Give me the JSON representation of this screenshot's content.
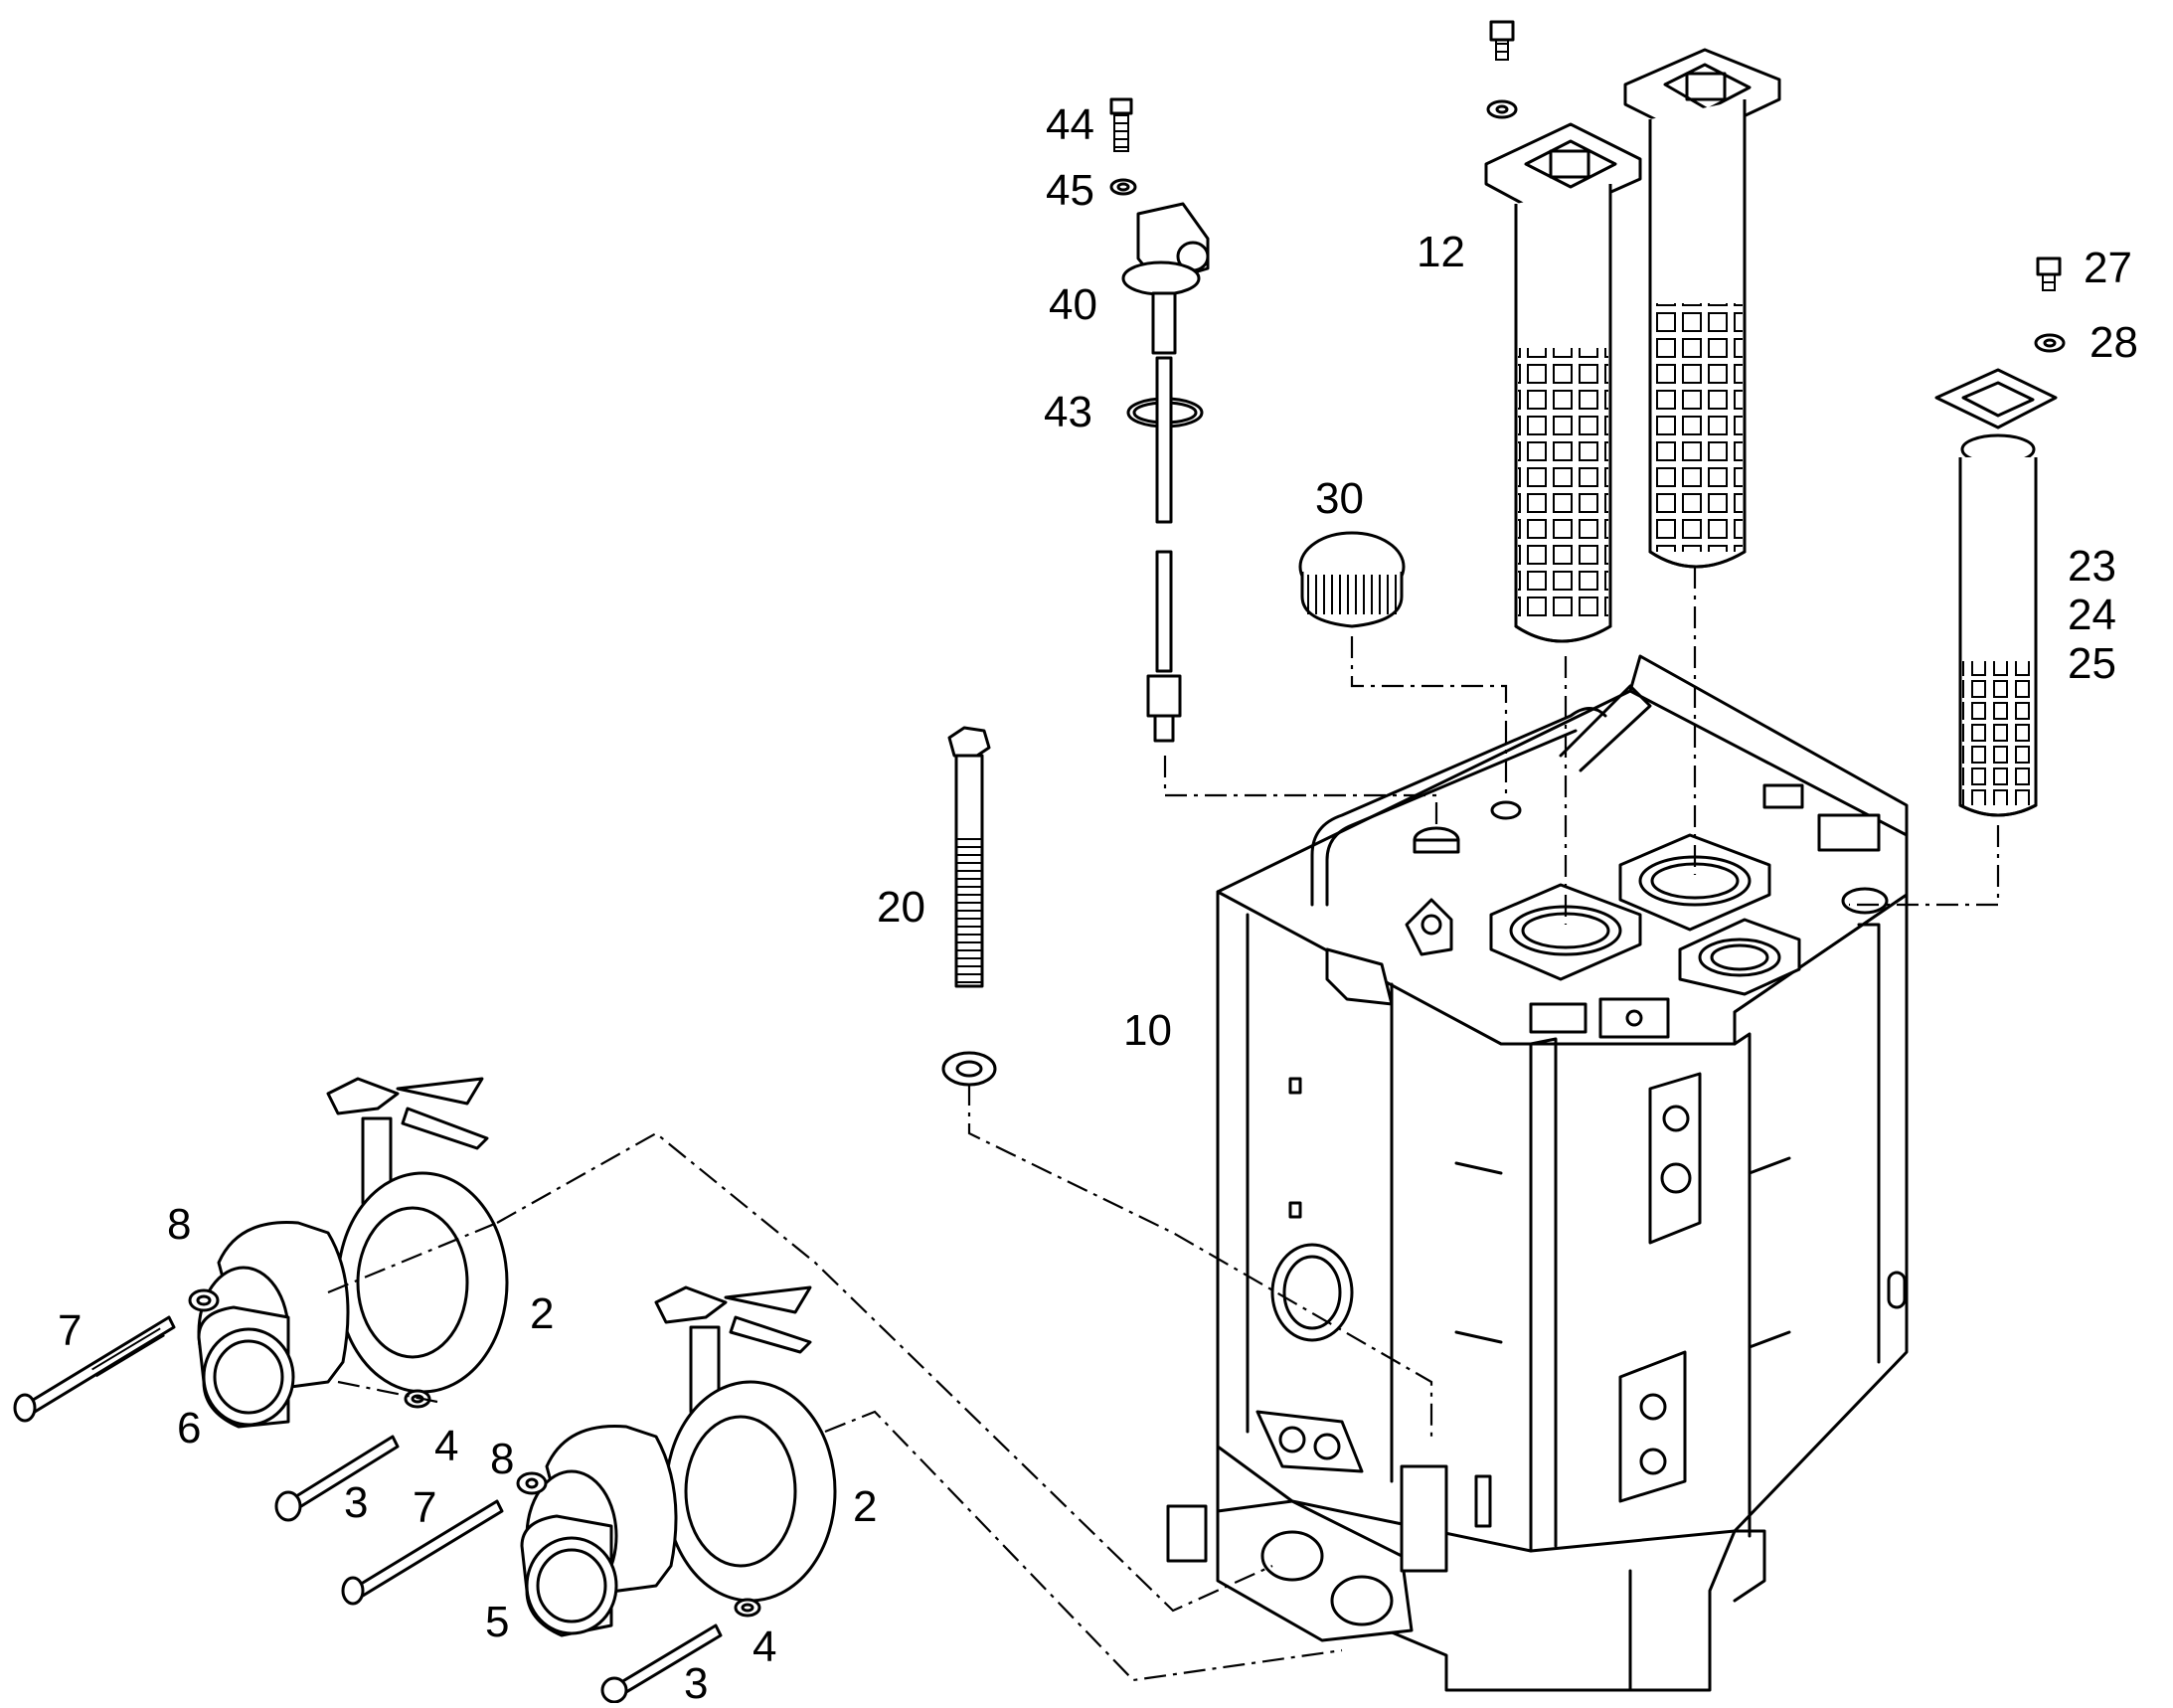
{
  "diagram": {
    "callouts": [
      {
        "id": "44",
        "label": "44"
      },
      {
        "id": "45",
        "label": "45"
      },
      {
        "id": "40",
        "label": "40"
      },
      {
        "id": "43",
        "label": "43"
      },
      {
        "id": "12",
        "label": "12"
      },
      {
        "id": "27",
        "label": "27"
      },
      {
        "id": "28",
        "label": "28"
      },
      {
        "id": "30",
        "label": "30"
      },
      {
        "id": "23",
        "label": "23"
      },
      {
        "id": "24",
        "label": "24"
      },
      {
        "id": "25",
        "label": "25"
      },
      {
        "id": "20",
        "label": "20"
      },
      {
        "id": "10",
        "label": "10"
      },
      {
        "id": "8a",
        "label": "8"
      },
      {
        "id": "7a",
        "label": "7"
      },
      {
        "id": "2a",
        "label": "2"
      },
      {
        "id": "6",
        "label": "6"
      },
      {
        "id": "4a",
        "label": "4"
      },
      {
        "id": "3a",
        "label": "3"
      },
      {
        "id": "8b",
        "label": "8"
      },
      {
        "id": "7b",
        "label": "7"
      },
      {
        "id": "2b",
        "label": "2"
      },
      {
        "id": "5",
        "label": "5"
      },
      {
        "id": "4b",
        "label": "4"
      },
      {
        "id": "3b",
        "label": "3"
      }
    ]
  }
}
